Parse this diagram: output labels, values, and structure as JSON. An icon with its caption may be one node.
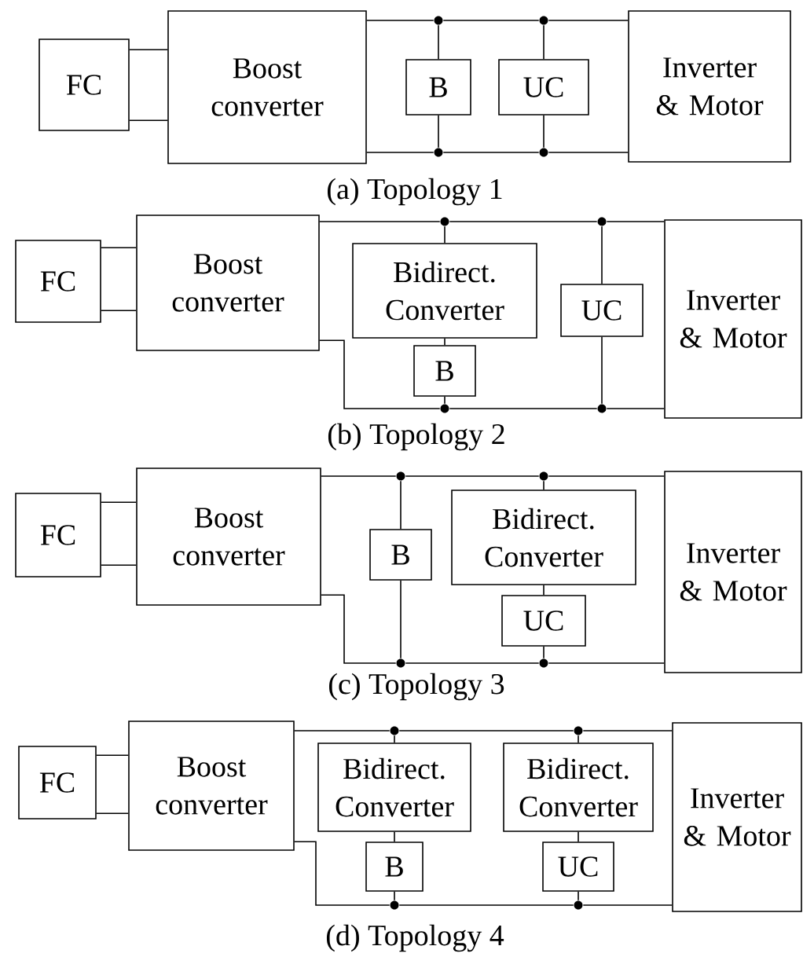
{
  "diagram": {
    "nodes": [
      {
        "text": [
          "FC"
        ]
      },
      {
        "text": [
          "Boost converter"
        ]
      },
      {
        "text": [
          "B"
        ]
      },
      {
        "text": [
          "UC"
        ]
      },
      {
        "text": [
          "Inverter & Motor"
        ]
      },
      {
        "text": [],
        "shape": "circle"
      },
      {
        "text": [],
        "shape": "circle"
      },
      {
        "text": [],
        "shape": "circle"
      },
      {
        "text": [],
        "shape": "circle"
      },
      {
        "text": [
          "FC"
        ]
      },
      {
        "text": [
          "Boost converter"
        ]
      },
      {
        "text": [
          "Bidirect. Converter"
        ]
      },
      {
        "text": [
          "B"
        ]
      },
      {
        "text": [
          "UC"
        ]
      },
      {
        "text": [
          "Inverter & Motor"
        ]
      },
      {
        "text": [],
        "shape": "circle"
      },
      {
        "text": [],
        "shape": "circle"
      },
      {
        "text": [],
        "shape": "circle"
      },
      {
        "text": [],
        "shape": "circle"
      },
      {
        "text": [
          "FC"
        ]
      },
      {
        "text": [
          "Boost converter"
        ]
      },
      {
        "text": [
          "B"
        ]
      },
      {
        "text": [
          "Bidirect. Converter"
        ]
      },
      {
        "text": [
          "UC"
        ]
      },
      {
        "text": [
          "Inverter & Motor"
        ]
      },
      {
        "text": [],
        "shape": "circle"
      },
      {
        "text": [],
        "shape": "circle"
      },
      {
        "text": [],
        "shape": "circle"
      },
      {
        "text": [],
        "shape": "circle"
      },
      {
        "text": [
          "FC"
        ]
      },
      {
        "text": [
          "Boost converter"
        ]
      },
      {
        "text": [
          "Bidirect. Converter"
        ]
      },
      {
        "text": [
          "Bidirect. Converter"
        ]
      },
      {
        "text": [
          "B"
        ]
      },
      {
        "text": [
          "UC"
        ]
      },
      {
        "text": [
          "Inverter & Motor"
        ]
      },
      {
        "text": [],
        "shape": "circle"
      },
      {
        "text": [],
        "shape": "circle"
      },
      {
        "text": [],
        "shape": "circle"
      },
      {
        "text": [],
        "shape": "circle"
      }
    ],
    "edges": [
      {
        "from": 0,
        "to": 1,
        "arrow": "none"
      },
      {
        "from": 0,
        "to": 1,
        "arrow": "none"
      },
      {
        "from": 1,
        "to": 5,
        "arrow": "none"
      },
      {
        "from": 5,
        "to": 6,
        "arrow": "none"
      },
      {
        "from": 6,
        "to": 4,
        "arrow": "none"
      },
      {
        "from": 1,
        "to": 7,
        "arrow": "none"
      },
      {
        "from": 7,
        "to": 8,
        "arrow": "none"
      },
      {
        "from": 8,
        "to": 4,
        "arrow": "none"
      },
      {
        "from": 5,
        "to": 2,
        "arrow": "none"
      },
      {
        "from": 2,
        "to": 7,
        "arrow": "none"
      },
      {
        "from": 6,
        "to": 3,
        "arrow": "none"
      },
      {
        "from": 3,
        "to": 8,
        "arrow": "none"
      },
      {
        "from": 9,
        "to": 10,
        "arrow": "none"
      },
      {
        "from": 9,
        "to": 10,
        "arrow": "none"
      },
      {
        "from": 10,
        "to": 15,
        "arrow": "none"
      },
      {
        "from": 15,
        "to": 16,
        "arrow": "none"
      },
      {
        "from": 16,
        "to": 14,
        "arrow": "none"
      },
      {
        "from": 10,
        "to": 17,
        "arrow": "none"
      },
      {
        "from": 17,
        "to": 18,
        "arrow": "none"
      },
      {
        "from": 18,
        "to": 14,
        "arrow": "none"
      },
      {
        "from": 15,
        "to": 11,
        "arrow": "none"
      },
      {
        "from": 11,
        "to": 12,
        "arrow": "none"
      },
      {
        "from": 12,
        "to": 17,
        "arrow": "none"
      },
      {
        "from": 16,
        "to": 13,
        "arrow": "none"
      },
      {
        "from": 13,
        "to": 18,
        "arrow": "none"
      },
      {
        "from": 19,
        "to": 20,
        "arrow": "none"
      },
      {
        "from": 19,
        "to": 20,
        "arrow": "none"
      },
      {
        "from": 20,
        "to": 25,
        "arrow": "none"
      },
      {
        "from": 25,
        "to": 26,
        "arrow": "none"
      },
      {
        "from": 26,
        "to": 24,
        "arrow": "none"
      },
      {
        "from": 20,
        "to": 27,
        "arrow": "none"
      },
      {
        "from": 27,
        "to": 28,
        "arrow": "none"
      },
      {
        "from": 28,
        "to": 24,
        "arrow": "none"
      },
      {
        "from": 25,
        "to": 21,
        "arrow": "none"
      },
      {
        "from": 21,
        "to": 27,
        "arrow": "none"
      },
      {
        "from": 26,
        "to": 22,
        "arrow": "none"
      },
      {
        "from": 22,
        "to": 23,
        "arrow": "none"
      },
      {
        "from": 23,
        "to": 28,
        "arrow": "none"
      },
      {
        "from": 29,
        "to": 30,
        "arrow": "none"
      },
      {
        "from": 29,
        "to": 30,
        "arrow": "none"
      },
      {
        "from": 30,
        "to": 36,
        "arrow": "none"
      },
      {
        "from": 36,
        "to": 37,
        "arrow": "none"
      },
      {
        "from": 37,
        "to": 35,
        "arrow": "none"
      },
      {
        "from": 30,
        "to": 38,
        "arrow": "none"
      },
      {
        "from": 38,
        "to": 39,
        "arrow": "none"
      },
      {
        "from": 39,
        "to": 35,
        "arrow": "none"
      },
      {
        "from": 36,
        "to": 31,
        "arrow": "none"
      },
      {
        "from": 31,
        "to": 33,
        "arrow": "none"
      },
      {
        "from": 33,
        "to": 38,
        "arrow": "none"
      },
      {
        "from": 37,
        "to": 32,
        "arrow": "none"
      },
      {
        "from": 32,
        "to": 34,
        "arrow": "none"
      },
      {
        "from": 34,
        "to": 39,
        "arrow": "none"
      }
    ],
    "labels": [
      "(a) Topology 1",
      "(b) Topology 2",
      "(c) Topology 3",
      "(d) Topology 4"
    ]
  }
}
